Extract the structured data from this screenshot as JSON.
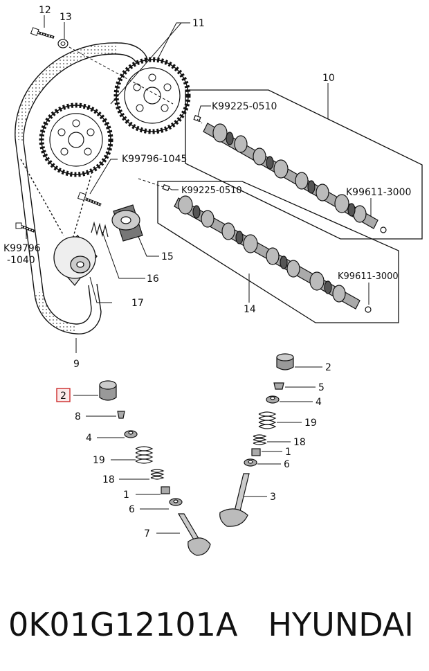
{
  "callouts": {
    "c12": "12",
    "c13": "13",
    "c11": "11",
    "c10": "10",
    "c9": "9",
    "c14": "14",
    "c15": "15",
    "c16": "16",
    "c17": "17",
    "r2": "2",
    "r5": "5",
    "r4": "4",
    "r19": "19",
    "r18": "18",
    "r1": "1",
    "r6": "6",
    "r3": "3",
    "l2": "2",
    "l8": "8",
    "l4": "4",
    "l19": "19",
    "l18": "18",
    "l1": "1",
    "l6": "6",
    "l7": "7"
  },
  "part_codes": {
    "k1": "K99225-0510",
    "k2": "K99225-0510",
    "k3": "K99796-1045",
    "k4": "K99611-3000",
    "k5": "K99611-3000",
    "k6a": "K99796",
    "k6b": "-1040"
  },
  "caption": {
    "part_number": "0K01G12101A",
    "brand": "HYUNDAI"
  },
  "highlight_color": "#cc2a2a"
}
